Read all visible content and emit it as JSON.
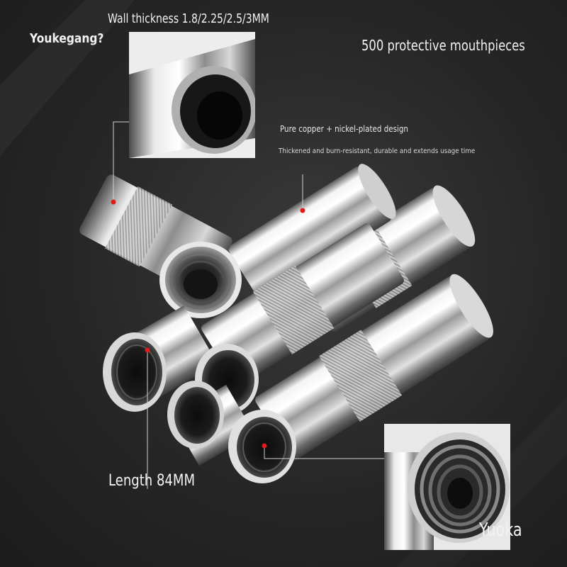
{
  "labels": {
    "brand_top": "Youkegang?",
    "wall_thickness": "Wall thickness 1.8/2.25/2.5/3MM",
    "quantity": "500 protective mouthpieces",
    "material": "Pure copper + nickel-plated design",
    "feature": "Thickened and burn-resistant, durable and extends usage time",
    "length": "Length 84MM",
    "watermark": "Yuoka"
  },
  "colors": {
    "background": "#262626",
    "callout_line": "#cfcfcf",
    "callout_dot": "#e01b1b",
    "text": "#f2f2f2"
  }
}
